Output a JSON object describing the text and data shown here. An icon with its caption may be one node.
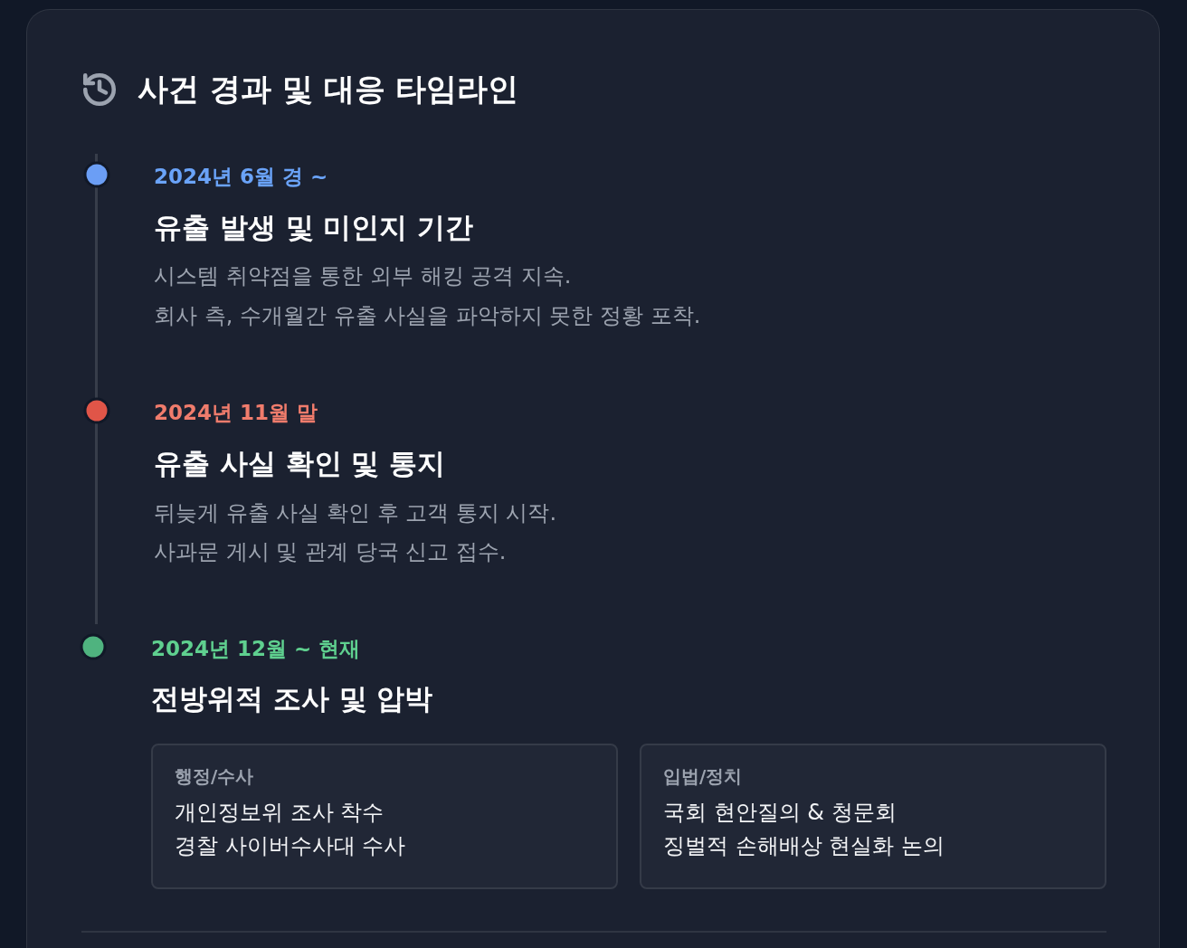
{
  "diagram": {
    "title": "사건 경과 및 대응 타임라인",
    "nodes": [
      {
        "text": [
          "행정/수사",
          "개인정보위 조사 착수",
          "경찰 사이버수사대 수사"
        ]
      },
      {
        "text": [
          "입법/정치",
          "국회 현안질의 & 청문회",
          "징벌적 손해배상 현실화 논의"
        ]
      }
    ],
    "labels": [
      "2024년 6월 경 ~",
      "유출 발생 및 미인지 기간",
      "시스템 취약점을 통한 외부 해킹 공격 지속.",
      "회사 측, 수개월간 유출 사실을 파악하지 못한 정황 포착.",
      "2024년 11월 말",
      "유출 사실 확인 및 통지",
      "뒤늦게 유출 사실 확인 후 고객 통지 시작.",
      "사과문 게시 및 관계 당국 신고 접수.",
      "2024년 12월 ~ 현재",
      "전방위적 조사 및 압박"
    ]
  }
}
